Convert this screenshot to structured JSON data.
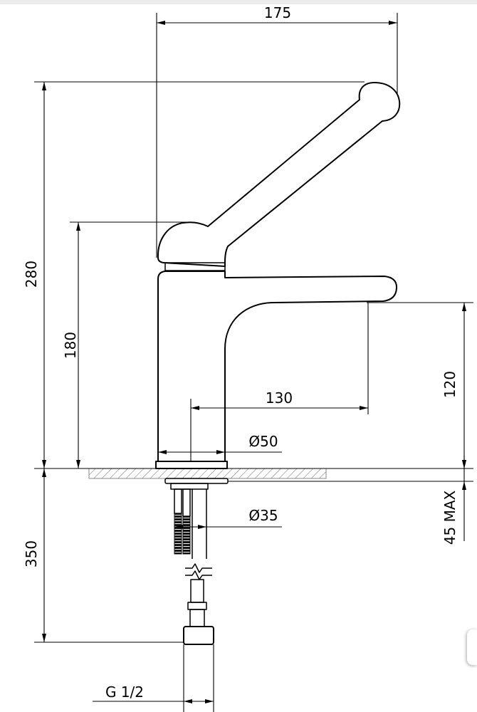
{
  "dimensions": {
    "overall_width": "175",
    "overall_height": "280",
    "handle_height": "180",
    "spout_height": "120",
    "spout_reach": "130",
    "base_diameter": "Ø50",
    "shank_diameter": "Ø35",
    "counter_thickness_max": "45 MAX",
    "hose_length": "350",
    "connection_thread": "G 1/2"
  },
  "colors": {
    "line": "#000000",
    "hatch": "#6b6b6b",
    "background": "#ffffff"
  }
}
